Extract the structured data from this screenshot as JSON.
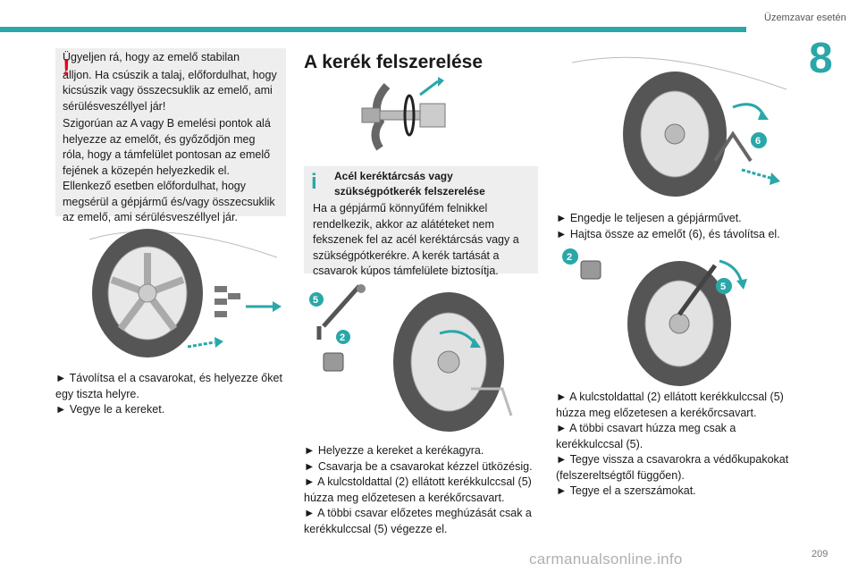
{
  "header": {
    "section_title": "Üzemzavar esetén",
    "chapter_number": "8"
  },
  "warning": {
    "icon": "exclamation-icon",
    "lines": [
      "Ügyeljen rá, hogy az emelő stabilan",
      "álljon. Ha csúszik a talaj, előfordulhat, hogy kicsúszik vagy összecsuklik az emelő, ami sérülésveszéllyel jár!",
      "Szigorúan az A vagy B emelési pontok alá helyezze az emelőt, és győződjön meg róla, hogy a támfelület pontosan az emelő fejének a közepén helyezkedik el. Ellenkező esetben előfordulhat, hogy megsérül a gépjármű és/vagy összecsuklik az emelő, ami sérülésveszéllyel jár."
    ]
  },
  "left_steps": [
    "► Távolítsa el a csavarokat, és helyezze őket egy tiszta helyre.",
    "► Vegye le a kereket."
  ],
  "middle": {
    "title": "A kerék felszerelése",
    "info_title": "Acél keréktárcsás vagy szükségpótkerék felszerelése",
    "info_body": "Ha a gépjármű könnyűfém felnikkel rendelkezik, akkor az alátéteket nem fekszenek fel az acél keréktárcsás vagy a szükségpótkerékre. A kerék tartását a csavarok kúpos támfelülete biztosítja.",
    "steps": [
      "► Helyezze a kereket a kerékagyra.",
      "► Csavarja be a csavarokat kézzel ütközésig.",
      "► A kulcstoldattal (2) ellátott kerékkulccsal (5) húzza meg előzetesen a kerékőrcsavart.",
      "► A többi csavar előzetes meghúzását csak a kerékkulccsal (5) végezze el."
    ],
    "badges": [
      "5",
      "2"
    ]
  },
  "right": {
    "steps_a": [
      "► Engedje le teljesen a gépjárművet.",
      "► Hajtsa össze az emelőt (6), és távolítsa el."
    ],
    "badge_top": "6",
    "badges_mid": [
      "2",
      "5"
    ],
    "steps_b": [
      "► A kulcstoldattal (2) ellátott kerékkulccsal (5) húzza meg előzetesen a kerékőrcsavart.",
      "► A többi csavart húzza meg csak a kerékkulccsal (5).",
      "► Tegye vissza a csavarokra a védőkupakokat (felszereltségtől függően).",
      "► Tegye el a szerszámokat."
    ]
  },
  "footer": {
    "page_number": "209",
    "watermark": "carmanualsonline.info"
  },
  "colors": {
    "accent": "#2aa7a8",
    "warning": "#e2001a",
    "box_bg": "#eeeeee"
  }
}
